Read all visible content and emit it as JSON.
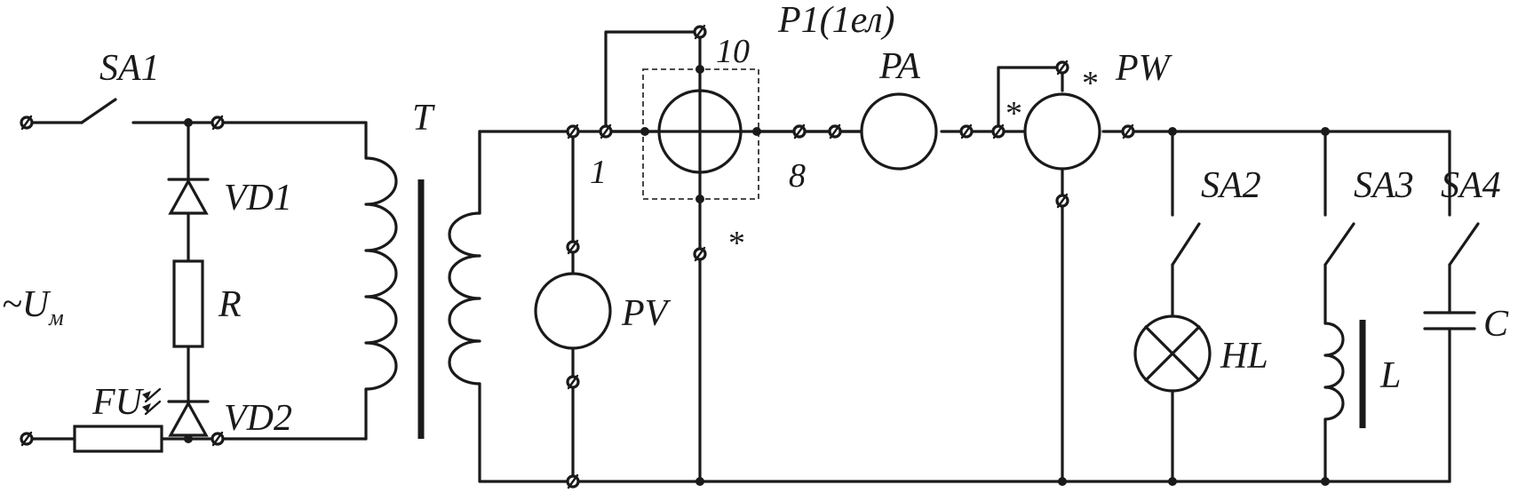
{
  "labels": {
    "switch_main": "SA1",
    "diode_1": "VD1",
    "resistor": "R",
    "diode_2": "VD2",
    "fuse": "FU",
    "transformer": "T",
    "voltmeter": "PV",
    "meter": "P1(1ел)",
    "ammeter": "PA",
    "wattmeter": "PW",
    "switch_2": "SA2",
    "switch_3": "SA3",
    "switch_4": "SA4",
    "lamp": "HL",
    "inductor": "L",
    "capacitor": "C",
    "meter_terminal_1": "1",
    "meter_terminal_8": "8",
    "meter_terminal_10": "10",
    "star_mark": "*"
  },
  "supply": {
    "tilde": "~",
    "symbol": "U",
    "subscript": "м"
  }
}
